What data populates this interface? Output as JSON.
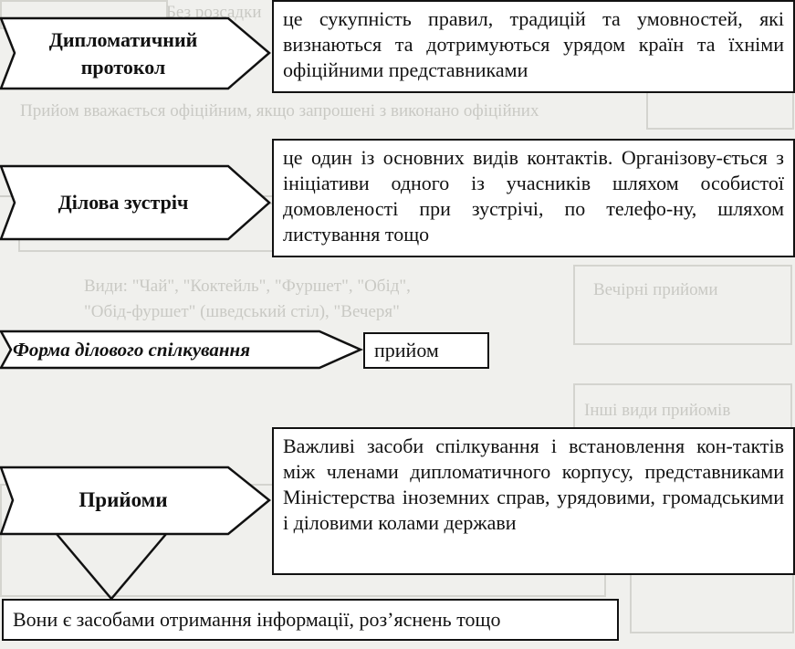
{
  "blocks": [
    {
      "term": "Дипломатичний протокол",
      "definition": "це сукупність правил, традицій та умовностей, які визнаються та дотримуються урядом країн та їхніми офіційними представниками"
    },
    {
      "term": "Ділова зустріч",
      "definition": "це один із основних видів контактів. Організову-ється з ініціативи одного із учасників шляхом особистої домовленості при зустрічі, по телефо-ну, шляхом листування тощо"
    },
    {
      "term": "Форма ділового спілкування",
      "definition": "прийом"
    },
    {
      "term": "Прийоми",
      "definition": "Важливі засоби спілкування і встановлення кон-тактів між членами дипломатичного корпусу, представниками Міністерства іноземних справ, урядовими, громадськими і діловими колами держави"
    }
  ],
  "footer_note": "Вони є засобами отримання інформації, роз’яснень тощо",
  "bleed_text": {
    "t1": "Без розсадки",
    "t2": "Прийом вважається офіційним, якщо запрошені з виконано офіційних",
    "t3": "Вечірні прийоми",
    "t4": "Інші види прийомів",
    "t5": "Види: \"Чай\", \"Коктейль\", \"Фуршет\", \"Обід\",",
    "t6": "\"Обід-фуршет\" (шведський стіл), \"Вечеря\""
  },
  "colors": {
    "ink": "#111111",
    "paper": "#ffffff",
    "ghost": "#c9c9c4"
  }
}
